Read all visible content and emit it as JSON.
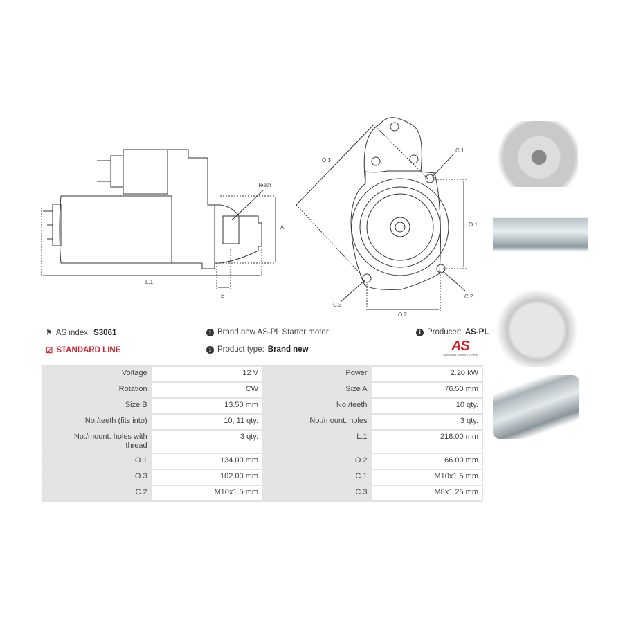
{
  "diagram": {
    "teeth": "Teeth",
    "a": "A",
    "b": "B",
    "l1": "L.1",
    "o1": "O.1",
    "o2": "O.2",
    "o3": "O.3",
    "c1": "C.1",
    "c2": "C.2",
    "c3": "C.3"
  },
  "info": {
    "as_index_label": "AS index:",
    "as_index_value": "S3061",
    "line": "STANDARD LINE",
    "description": "Brand new AS-PL Starter motor",
    "product_type_label": "Product type:",
    "product_type_value": "Brand new",
    "producer_label": "Producer:",
    "producer_value": "AS-PL",
    "logo_text": "AS",
    "logo_tagline": "Alternators, Starters & Parts"
  },
  "specs": [
    [
      "Voltage",
      "12 V",
      "Power",
      "2.20 kW"
    ],
    [
      "Rotation",
      "CW",
      "Size A",
      "76.50 mm"
    ],
    [
      "Size B",
      "13.50 mm",
      "No./teeth",
      "10 qty."
    ],
    [
      "No./teeth (fits into)",
      "10, 11 qty.",
      "No./mount. holes",
      "3 qty."
    ],
    [
      "No./mount. holes with thread",
      "3 qty.",
      "L.1",
      "218.00 mm"
    ],
    [
      "O.1",
      "134.00 mm",
      "O.2",
      "66.00 mm"
    ],
    [
      "O.3",
      "102.00 mm",
      "C.1",
      "M10x1.5 mm"
    ],
    [
      "C.2",
      "M10x1.5 mm",
      "C.3",
      "M8x1.25 mm"
    ]
  ],
  "colors": {
    "accent": "#d0202a",
    "table_label_bg": "#e4e4e4"
  }
}
